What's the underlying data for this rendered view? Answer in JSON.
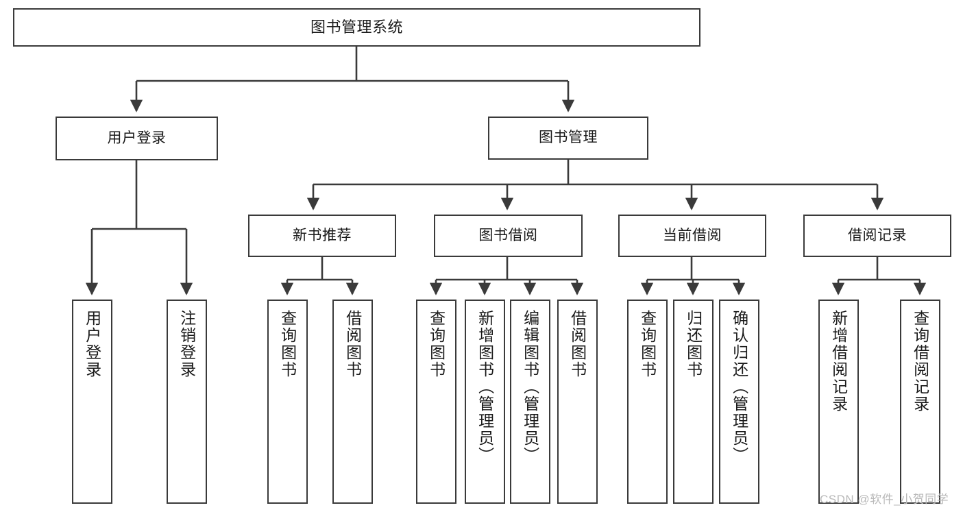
{
  "diagram": {
    "title": "图书管理系统",
    "type": "tree-hierarchy-chart",
    "stroke_color": "#3a3a3a",
    "fill_color": "#ffffff",
    "text_color": "#1a1a1a"
  },
  "root": {
    "label": "图书管理系统"
  },
  "level2": [
    {
      "label": "用户登录"
    },
    {
      "label": "图书管理"
    }
  ],
  "level3": [
    {
      "label": "新书推荐"
    },
    {
      "label": "图书借阅"
    },
    {
      "label": "当前借阅"
    },
    {
      "label": "借阅记录"
    }
  ],
  "leaves": {
    "user_login": [
      {
        "label": "用户登录"
      },
      {
        "label": "注销登录"
      }
    ],
    "new_book": [
      {
        "label": "查询图书"
      },
      {
        "label": "借阅图书"
      }
    ],
    "book_borrow": [
      {
        "label": "查询图书"
      },
      {
        "label": "新增图书（管理员）"
      },
      {
        "label": "编辑图书（管理员）"
      },
      {
        "label": "借阅图书"
      }
    ],
    "current_borrow": [
      {
        "label": "查询图书"
      },
      {
        "label": "归还图书"
      },
      {
        "label": "确认归还（管理员）"
      }
    ],
    "borrow_record": [
      {
        "label": "新增借阅记录"
      },
      {
        "label": "查询借阅记录"
      }
    ]
  },
  "watermark": {
    "text": "CSDN @软件_小贺同学"
  }
}
